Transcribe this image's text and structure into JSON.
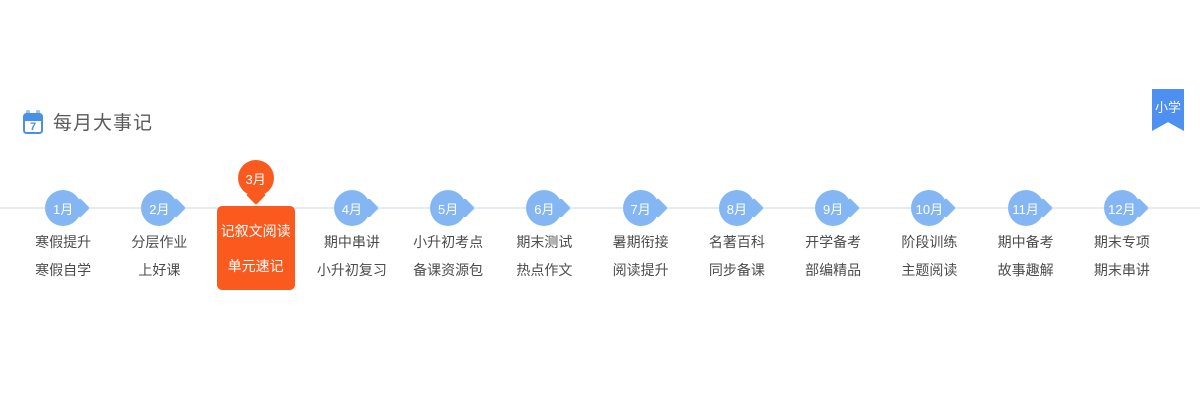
{
  "header": {
    "title": "每月大事记",
    "calendar_day": "7"
  },
  "level_tag": {
    "label": "小学"
  },
  "colors": {
    "bubble_blue": "#85B6F4",
    "active_orange": "#FB5A1F",
    "ribbon_blue": "#4E90F2",
    "timeline_line": "#E4EBF5",
    "text_gray": "#4C4C4C",
    "title_gray": "#5A5A5A"
  },
  "timeline": {
    "months": [
      {
        "month": "1月",
        "lines": [
          "寒假提升",
          "寒假自学"
        ]
      },
      {
        "month": "2月",
        "lines": [
          "分层作业",
          "上好课"
        ]
      },
      {
        "month": "3月",
        "lines": [
          "记叙文阅读",
          "单元速记"
        ],
        "active": true
      },
      {
        "month": "4月",
        "lines": [
          "期中串讲",
          "小升初复习"
        ]
      },
      {
        "month": "5月",
        "lines": [
          "小升初考点",
          "备课资源包"
        ]
      },
      {
        "month": "6月",
        "lines": [
          "期末测试",
          "热点作文"
        ]
      },
      {
        "month": "7月",
        "lines": [
          "暑期衔接",
          "阅读提升"
        ]
      },
      {
        "month": "8月",
        "lines": [
          "名著百科",
          "同步备课"
        ]
      },
      {
        "month": "9月",
        "lines": [
          "开学备考",
          "部编精品"
        ]
      },
      {
        "month": "10月",
        "lines": [
          "阶段训练",
          "主题阅读"
        ]
      },
      {
        "month": "11月",
        "lines": [
          "期中备考",
          "故事趣解"
        ]
      },
      {
        "month": "12月",
        "lines": [
          "期末专项",
          "期末串讲"
        ]
      }
    ]
  }
}
